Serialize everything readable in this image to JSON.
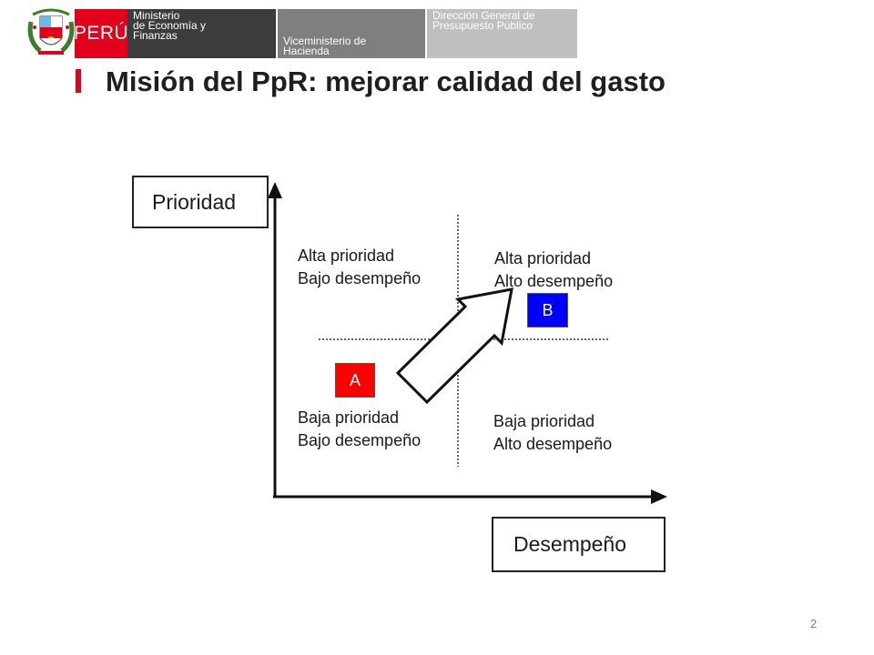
{
  "header": {
    "country": "PERÚ",
    "ministry": "Ministerio\nde Economía y\nFinanzas",
    "vice_ministry": "Viceministerio de\nHacienda",
    "directorate": "Dirección General de\nPresupuesto Público",
    "colors": {
      "red": "#e3001b",
      "dark_gray": "#3c3c3c",
      "mid_gray": "#7f7f7f",
      "light_gray": "#bfbfbf"
    }
  },
  "slide": {
    "title": "Misión del PpR: mejorar calidad del gasto",
    "page_number": "2"
  },
  "diagram": {
    "y_axis_label": "Prioridad",
    "x_axis_label": "Desempeño",
    "quadrants": {
      "top_left": "Alta prioridad\nBajo desempeño",
      "top_right": "Alta prioridad\nAlto desempeño",
      "bottom_left": "Baja prioridad\nBajo desempeño",
      "bottom_right": "Baja prioridad\nAlto desempeño"
    },
    "markers": {
      "a": {
        "label": "A",
        "color": "#ff0000"
      },
      "b": {
        "label": "B",
        "color": "#0000ff"
      }
    }
  }
}
